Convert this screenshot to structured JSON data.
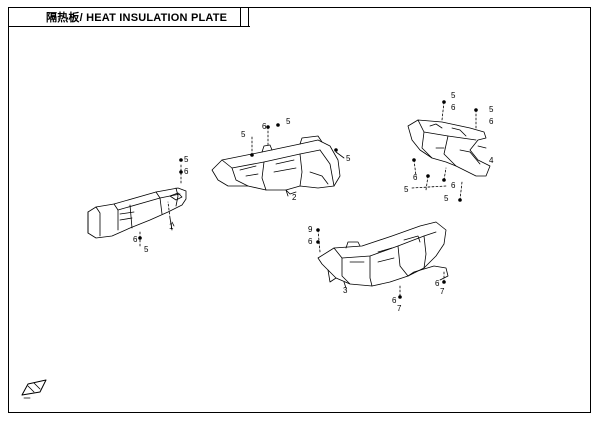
{
  "title": "隔热板/ HEAT INSULATION PLATE",
  "parts": [
    {
      "label": "1"
    },
    {
      "label": "2"
    },
    {
      "label": "3"
    },
    {
      "label": "4"
    }
  ],
  "callouts": {
    "p1_5a": "5",
    "p1_6a": "6",
    "p1_6b": "6",
    "p1_5b": "5",
    "p2_5a": "5",
    "p2_6": "6",
    "p2_5b": "5",
    "p2_5c": "5",
    "p4_5a": "5",
    "p4_6a": "6",
    "p4_5b": "5",
    "p4_6b": "6",
    "p4_6c": "6",
    "p4_5c": "5",
    "p4_6d": "6",
    "p4_5d": "5",
    "p3_9": "9",
    "p3_6a": "6",
    "p3_6b": "6",
    "p3_7a": "7",
    "p3_6c": "6",
    "p3_7b": "7"
  }
}
